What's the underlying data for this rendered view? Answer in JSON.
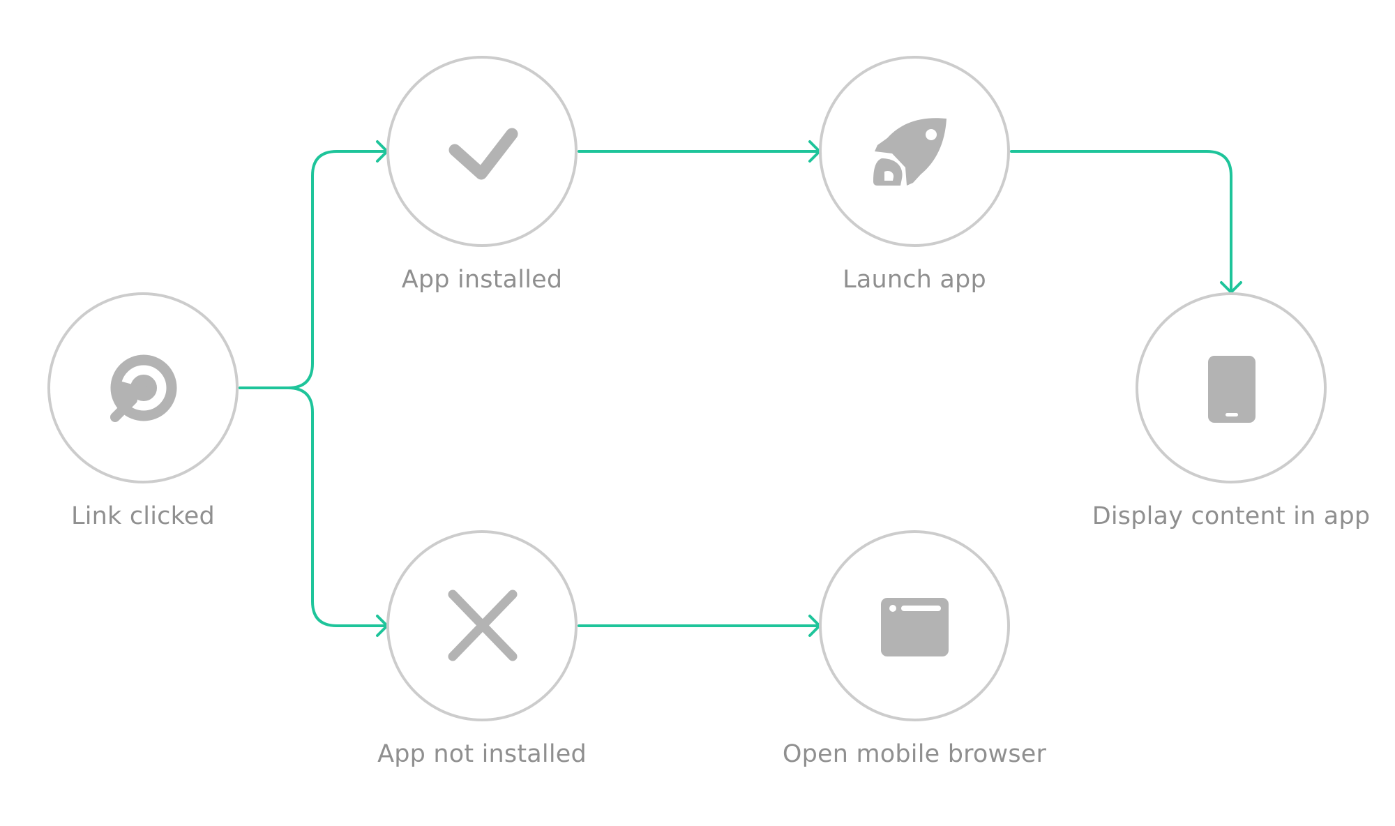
{
  "colors": {
    "connector": "#1ec49a",
    "node_border": "#cccccc",
    "node_fill": "#ffffff",
    "icon": "#b3b3b3",
    "label": "#8f8f8f",
    "background": "#ffffff"
  },
  "nodes": [
    {
      "id": "link-clicked",
      "label": "Link clicked",
      "icon": "target-cursor-icon"
    },
    {
      "id": "app-installed",
      "label": "App installed",
      "icon": "checkmark-icon"
    },
    {
      "id": "app-not-installed",
      "label": "App not installed",
      "icon": "cross-icon"
    },
    {
      "id": "launch-app",
      "label": "Launch app",
      "icon": "rocket-icon"
    },
    {
      "id": "open-mobile-browser",
      "label": "Open mobile browser",
      "icon": "browser-window-icon"
    },
    {
      "id": "display-content-in-app",
      "label": "Display content in app",
      "icon": "mobile-phone-icon"
    }
  ],
  "edges": [
    {
      "from": "link-clicked",
      "to": "app-installed"
    },
    {
      "from": "link-clicked",
      "to": "app-not-installed"
    },
    {
      "from": "app-installed",
      "to": "launch-app"
    },
    {
      "from": "launch-app",
      "to": "display-content-in-app"
    },
    {
      "from": "app-not-installed",
      "to": "open-mobile-browser"
    }
  ]
}
